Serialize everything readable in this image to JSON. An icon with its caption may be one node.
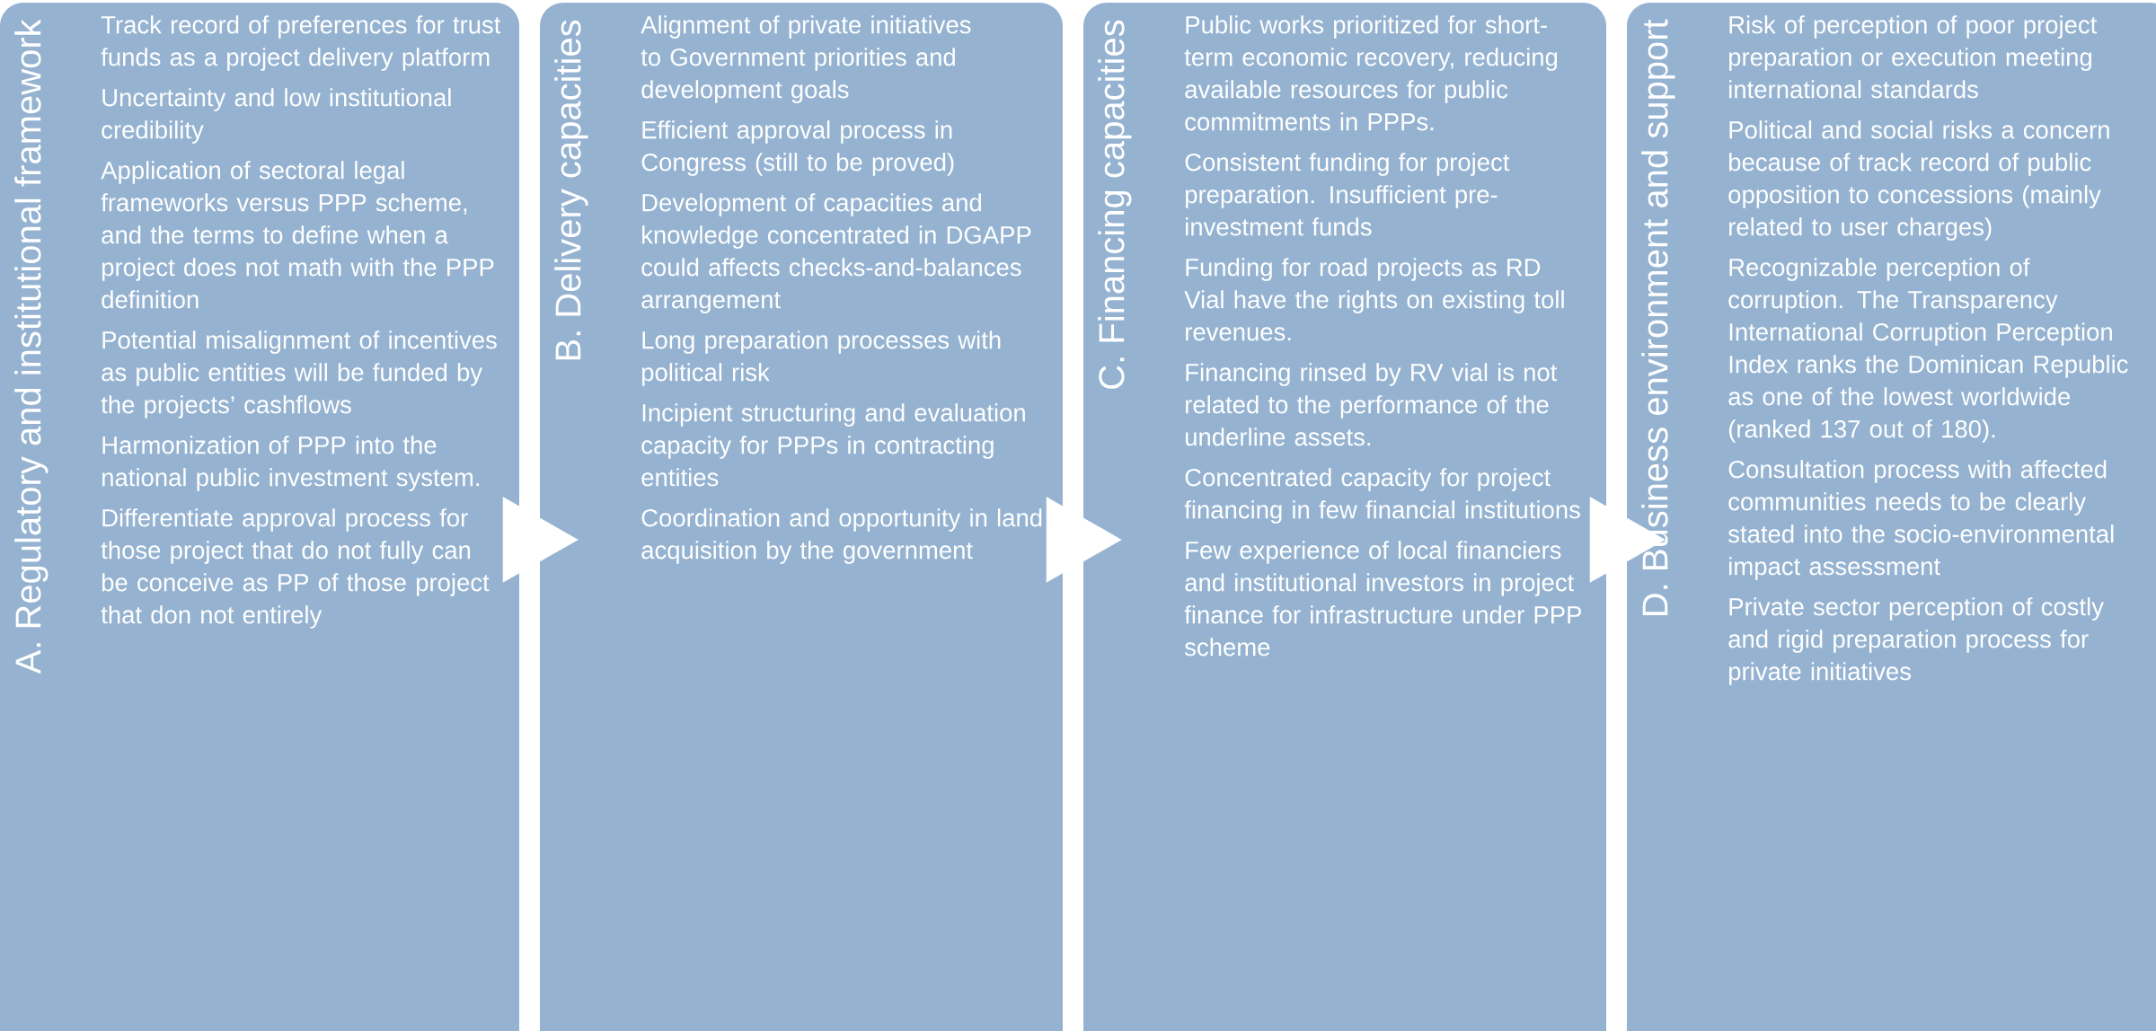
{
  "diagram": {
    "nodes": [
      {
        "text": [
          "A. Regulatory and institutional framework",
          "Track record of preferences for trust funds as a project delivery platform",
          "Uncertainty and low institutional credibility",
          "Application of sectoral legal frameworks versus  PPP scheme, and the terms to define when a project does not math with the PPP definition",
          "Potential misalignment of incentives as public entities will be funded by the projects’ cashflows",
          "Harmonization of PPP into the national public investment system.",
          "Differentiate approval process for those project that do not fully can be conceive as PP of those project that don not entirely"
        ]
      },
      {
        "text": [
          "B. Delivery capacities",
          "Alignment of private initiatives to Government priorities and development goals",
          "Efficient approval process in Congress (still to be proved)",
          "Development of capacities and knowledge concentrated in DGAPP could affects checks-and-balances arrangement",
          "Long preparation processes with political risk",
          "Incipient structuring and evaluation capacity  for PPPs in contracting entities",
          "Coordination and opportunity in land acquisition by the government"
        ]
      },
      {
        "text": [
          "C. Financing capacities",
          "Public works prioritized for short-term economic recovery, reducing available resources for public commitments in PPPs.",
          "Consistent funding for project preparation. Insufficient pre-investment funds",
          "Funding for road projects as RD Vial have the rights on existing toll revenues.",
          "Financing rinsed by RV vial is not related to the performance of the underline assets.",
          "Concentrated capacity for project financing in few financial institutions",
          "Few experience of local financiers and institutional investors in project finance for infrastructure under PPP scheme"
        ]
      },
      {
        "text": [
          "D. Business environment and support",
          "Risk of perception of poor project preparation or execution meeting international standards",
          "Political and social risks a concern because of track record of public opposition to concessions (mainly related to user charges)",
          "Recognizable perception of corruption. The Transparency International Corruption Perception Index ranks the Dominican Republic as one of the lowest worldwide (ranked 137 out of 180).",
          "Consultation process with affected communities needs to be clearly stated into the socio-environmental impact assessment",
          "Private sector perception of costly and rigid preparation process for private initiatives"
        ]
      }
    ],
    "edges": [
      {
        "from": 0,
        "to": 1,
        "arrow": "to"
      },
      {
        "from": 1,
        "to": 2,
        "arrow": "to"
      },
      {
        "from": 2,
        "to": 3,
        "arrow": "to"
      }
    ]
  }
}
